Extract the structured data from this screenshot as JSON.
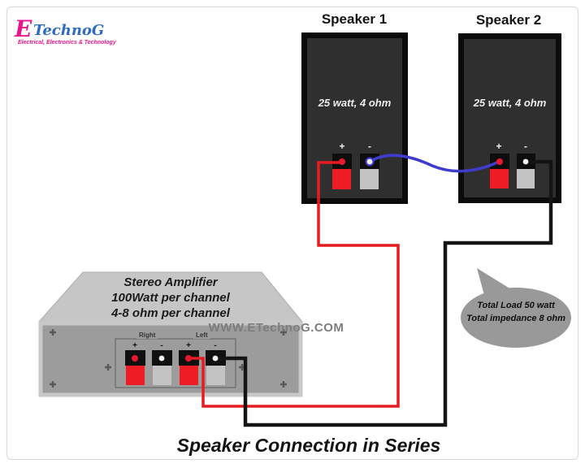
{
  "logo": {
    "initial": "E",
    "name": "TechnoG",
    "tagline": "Electrical, Electronics & Technology"
  },
  "speaker1": {
    "title": "Speaker 1",
    "spec": "25 watt, 4 ohm",
    "plus": "+",
    "minus": "-"
  },
  "speaker2": {
    "title": "Speaker 2",
    "spec": "25 watt, 4 ohm",
    "plus": "+",
    "minus": "-"
  },
  "amplifier": {
    "line1": "Stereo Amplifier",
    "line2": "100Watt per channel",
    "line3": "4-8 ohm per channel",
    "right_label": "Right",
    "left_label": "Left",
    "t1_sign": "+",
    "t2_sign": "-",
    "t3_sign": "+",
    "t4_sign": "-"
  },
  "watermark": "WWW.ETechnoG.COM",
  "bubble": {
    "line1": "Total Load 50 watt",
    "line2": "Total impedance 8 ohm"
  },
  "caption": "Speaker Connection in Series",
  "colors": {
    "brand_pink": "#e8168c",
    "brand_blue": "#2f6cc0",
    "wire_positive": "#e51b22",
    "wire_negative": "#141414",
    "wire_link": "#3d3ccd",
    "terminal_positive": "#ee1c23",
    "terminal_negative": "#c3c3c3",
    "dot_positive": "#e8192c",
    "dot_negative": "#f5f5f5",
    "bubble_fill": "#999999"
  }
}
